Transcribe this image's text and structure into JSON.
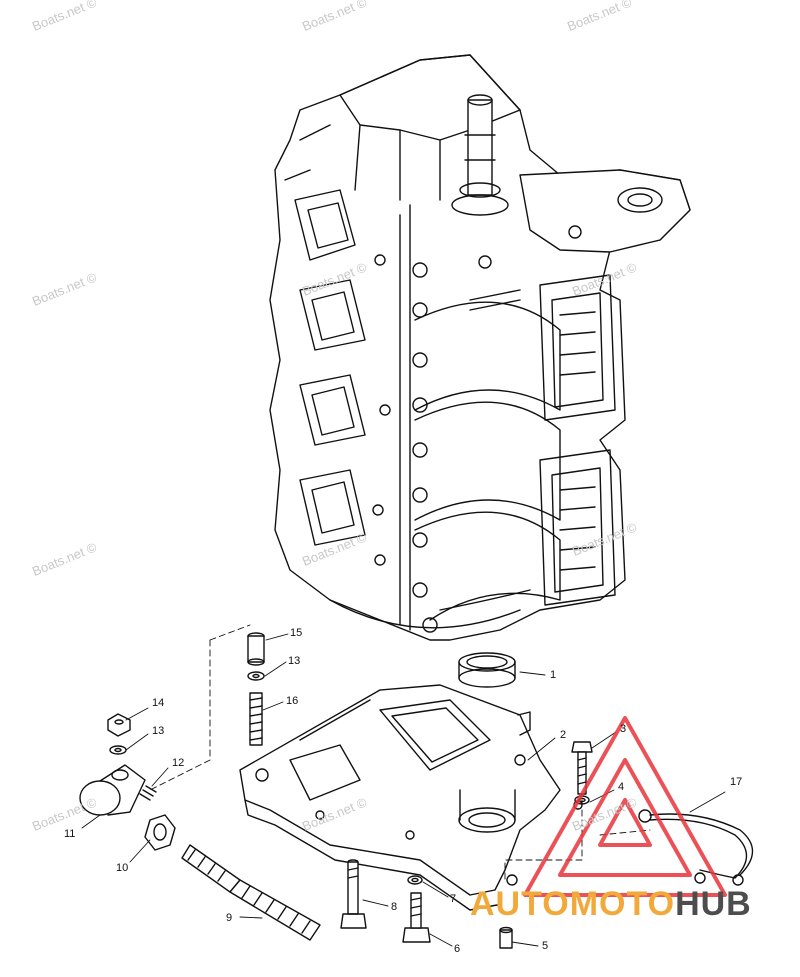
{
  "watermark": "Boats.net ©",
  "brand": {
    "part1": "AUTOMOTO",
    "part2": "HUB",
    "color1": "#f2a93b",
    "color2": "#4d4d4d",
    "logo_color": "#e8333a"
  },
  "callouts": {
    "c1": "1",
    "c2": "2",
    "c3": "3",
    "c4": "4",
    "c5": "5",
    "c6": "6",
    "c7": "7",
    "c8": "8",
    "c9": "9",
    "c10": "10",
    "c11": "11",
    "c12": "12",
    "c13a": "13",
    "c13b": "13",
    "c14": "14",
    "c15": "15",
    "c16": "16",
    "c17": "17"
  }
}
